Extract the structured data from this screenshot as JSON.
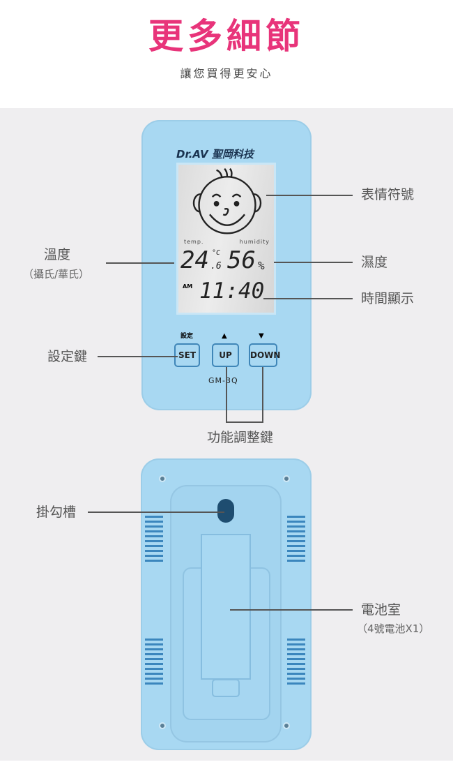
{
  "header": {
    "title": "更多細節",
    "subtitle": "讓您買得更安心"
  },
  "device": {
    "brand": "Dr.AV 聖岡科技",
    "lcd": {
      "temp_label": "temp.",
      "humidity_label": "humidity",
      "temperature": "24",
      "temperature_decimal": ".6",
      "temp_unit": "°C",
      "humidity": "56",
      "humidity_unit": "%",
      "ampm": "AM",
      "time": "11:40"
    },
    "buttons": {
      "set_caption": "設定",
      "up_caption": "▲",
      "down_caption": "▼",
      "set": "SET",
      "up": "UP",
      "down": "DOWN"
    },
    "model": "GM-3Q"
  },
  "callouts": {
    "emoticon": "表情符號",
    "temperature": "溫度",
    "temperature_sub": "（攝氏/華氏）",
    "humidity": "濕度",
    "time": "時間顯示",
    "set_key": "設定鍵",
    "adjust_keys": "功能調整鍵",
    "hook_slot": "掛勾槽",
    "battery": "電池室",
    "battery_sub": "（4號電池X1）"
  },
  "colors": {
    "accent": "#e8347a",
    "device": "#a8d8f2"
  }
}
